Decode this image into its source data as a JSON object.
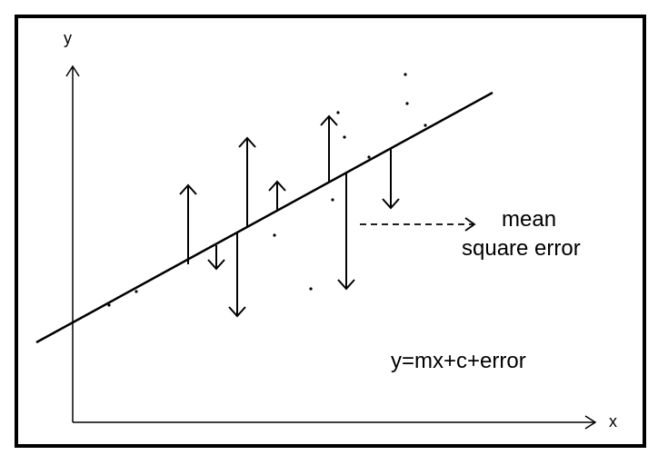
{
  "axes": {
    "x_label": "x",
    "y_label": "y"
  },
  "annotations": {
    "mse_line1": "mean",
    "mse_line2": "square error",
    "equation": "y=mx+c+error"
  },
  "colors": {
    "stroke": "#000000",
    "background": "#ffffff"
  }
}
